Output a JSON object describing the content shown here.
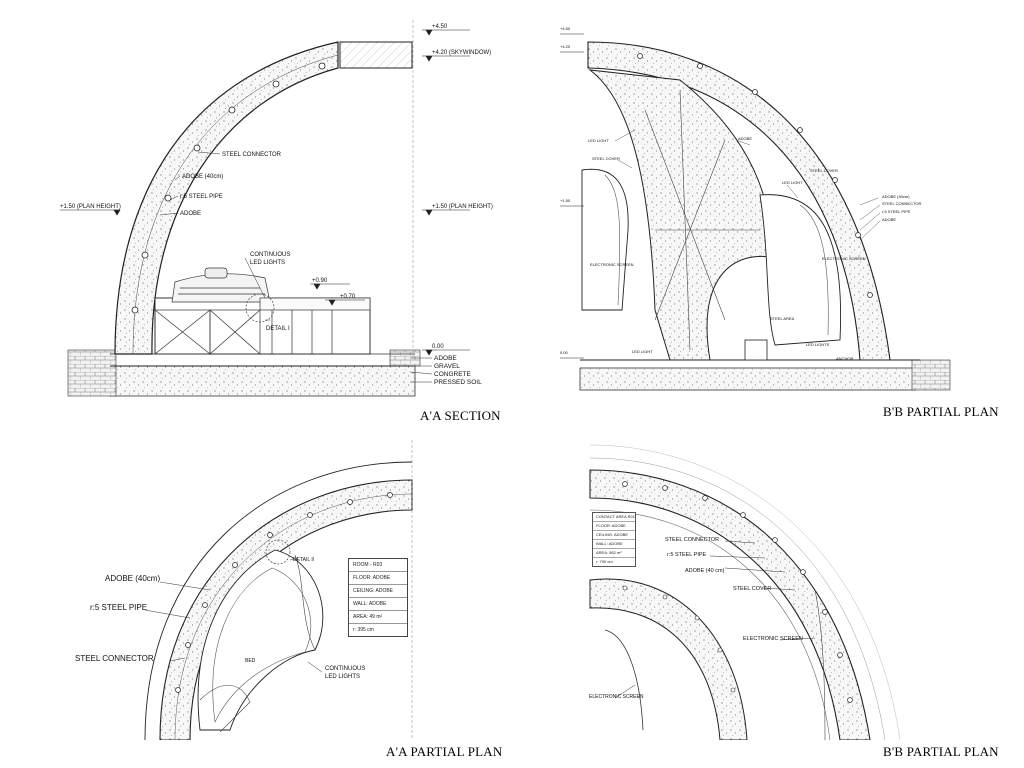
{
  "titles": {
    "aa_section": "A'A SECTION",
    "bb_partial_plan_top": "B'B PARTIAL PLAN",
    "aa_partial_plan": "A'A PARTIAL PLAN",
    "bb_partial_plan_bottom": "B'B PARTIAL PLAN"
  },
  "aa_section": {
    "levels": {
      "top": "+4.50",
      "skywindow": "+4.20 (SKYWINDOW)",
      "plan_height_left": "+1.50 (PLAN HEIGHT)",
      "plan_height_right": "+1.50 (PLAN HEIGHT)",
      "plus_090": "+0.90",
      "plus_070": "+0.70",
      "zero": "0.00"
    },
    "labels": {
      "steel_connector": "STEEL CONNECTOR",
      "adobe_40": "ADOBE (40cm)",
      "steel_pipe": "r:5 STEEL PIPE",
      "adobe": "ADOBE",
      "led_1": "CONTINUOUS",
      "led_2": "LED LIGHTS",
      "detail": "DETAIL I"
    },
    "layers": [
      "ADOBE",
      "GRAVEL",
      "CONGRETE",
      "PRESSED SOIL"
    ]
  },
  "bb_section": {
    "labels": {
      "led_light_left": "LED LIGHT",
      "steel_cover": "STEEL COVER",
      "electronic_screen_left": "ELECTRONIC SCREEN",
      "adobe_top": "ADOBE",
      "led_light_right": "LED LIGHT",
      "steel_cover_right": "STEEL COVER",
      "adobe_40": "ADOBE (40cm)",
      "steel_connector": "STEEL CONNECTOR",
      "steel_pipe": "r:5 STEEL PIPE",
      "adobe_right": "ADOBE",
      "electronic_screen_right": "ELECTRONIC SCREEN",
      "steel_area": "STEEL AREA",
      "led_lights_bottom": "LED LIGHTS",
      "led_light_bottom_left": "LED LIGHT",
      "anchor": "ANCHOR"
    }
  },
  "aa_plan": {
    "labels": {
      "adobe_40": "ADOBE (40cm)",
      "steel_pipe": "r:5 STEEL PIPE",
      "steel_connector": "STEEL CONNECTOR",
      "detail": "DETAIL II",
      "bed": "BED",
      "led_1": "CONTINUOUS",
      "led_2": "LED LIGHTS"
    },
    "room_box": {
      "room": "ROOM - R03",
      "floor": "FLOOR: ADOBE",
      "ceiling": "CEILING: ADOBE",
      "wall": "WALL: ADOBE",
      "area": "AREA: 49 m²",
      "radius": "r: 395 cm"
    }
  },
  "bb_plan": {
    "labels": {
      "steel_connector": "STEEL CONNECTOR",
      "steel_pipe": "r:5 STEEL PIPE",
      "adobe_40": "ADOBE (40 cm)",
      "steel_cover": "STEEL COVER",
      "electronic_screen_right": "ELECTRONIC SCREEN",
      "electronic_screen_left": "ELECTRONIC SCREEN"
    },
    "contact_box": {
      "title": "CONTACT AREA R01",
      "floor": "FLOOR: ADOBE",
      "ceiling": "CEILING: ADOBE",
      "wall": "WALL: ADOBE",
      "area": "AREA: 582 m²",
      "radius": "r: 790 cm"
    }
  }
}
